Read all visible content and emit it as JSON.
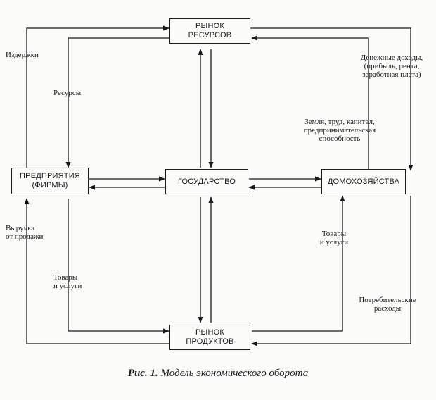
{
  "nodes": {
    "market_resources": [
      "РЫНОК",
      "РЕСУРСОВ"
    ],
    "firms": [
      "ПРЕДПРИЯТИЯ",
      "(ФИРМЫ)"
    ],
    "government": [
      "ГОСУДАРСТВО"
    ],
    "households": [
      "ДОМОХОЗЯЙСТВА"
    ],
    "market_products": [
      "РЫНОК",
      "ПРОДУКТОВ"
    ]
  },
  "labels": {
    "costs": "Издержки",
    "resources": "Ресурсы",
    "income": [
      "Денежные доходы,",
      "(прибыль, рента,",
      "заработная плата)"
    ],
    "factors": [
      "Земля, труд, капитал,",
      "предпринимательская",
      "способность"
    ],
    "revenue": [
      "Выручка",
      "от продажи"
    ],
    "goods_left": [
      "Товары",
      "и услуги"
    ],
    "goods_right": [
      "Товары",
      "и услуги"
    ],
    "consumer_spending": [
      "Потребительские",
      "расходы"
    ]
  },
  "caption": {
    "prefix": "Рис. 1.",
    "title": "Модель экономического оборота"
  },
  "colors": {
    "ink": "#1a1a1a",
    "paper": "#fbfbfa"
  }
}
